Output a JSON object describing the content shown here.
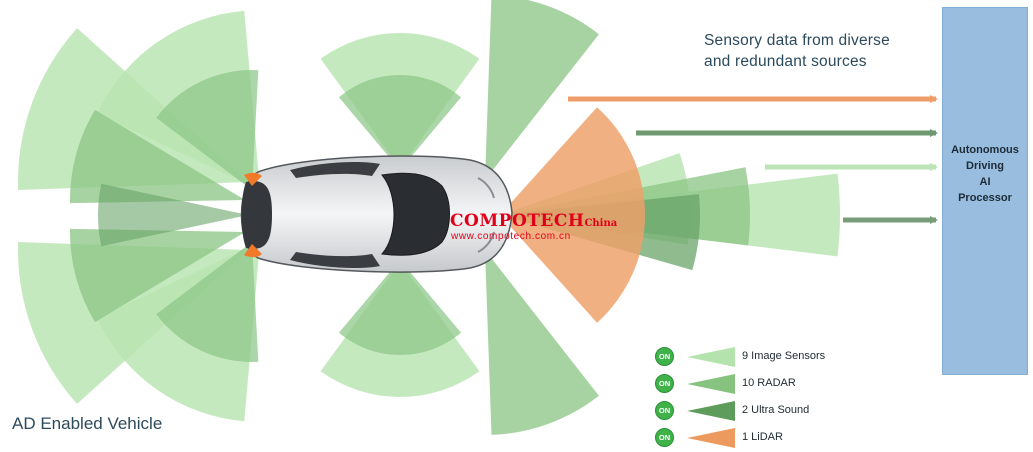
{
  "title": {
    "line1": "Sensory data from diverse",
    "line2": "and redundant sources"
  },
  "vehicle_label": "AD Enabled Vehicle",
  "processor": {
    "line1": "Autonomous",
    "line2": "Driving",
    "line3": "AI",
    "line4": "Processor",
    "color": "#99bddf"
  },
  "watermark": {
    "brand": "COMPOTECH",
    "brand_suffix": "China",
    "url": "www.compotech.com.cn"
  },
  "legend": [
    {
      "badge": "ON",
      "label": "9 Image Sensors",
      "color": "#b5e3ad"
    },
    {
      "badge": "ON",
      "label": "10 RADAR",
      "color": "#86c37f"
    },
    {
      "badge": "ON",
      "label": "2 Ultra Sound",
      "color": "#5e9c5c"
    },
    {
      "badge": "ON",
      "label": "1 LiDAR",
      "color": "#ec9a5e"
    }
  ],
  "colors": {
    "image_sensor": "#b5e3ad",
    "radar": "#86c37f",
    "ultrasound": "#5e9c5c",
    "lidar": "#ec9a5e",
    "text": "#2b4a5c"
  }
}
